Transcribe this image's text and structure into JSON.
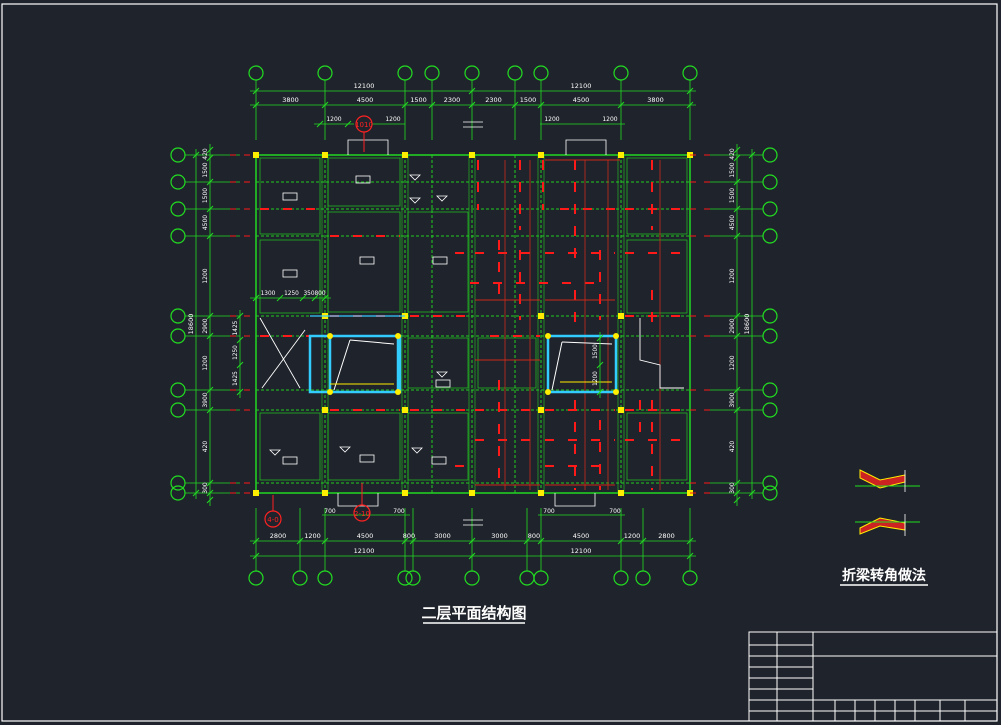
{
  "colors": {
    "background": "#1f232b",
    "frame": "#ffffff",
    "axis": "#22dd22",
    "dimension": "#ffffff",
    "wall": "#22cc22",
    "beam_red": "#ff1a1a",
    "beam_dark": "#cc2a1a",
    "column": "#ffee00",
    "stair": "#33ccff",
    "title": "#ffffff",
    "annotation_red": "#ff2222"
  },
  "drawing": {
    "title": "二层平面结构图",
    "detail_title": "折梁转角做法"
  },
  "dimensions": {
    "top_total": [
      "12100",
      "12100"
    ],
    "top_spans": [
      "3800",
      "4500",
      "1500",
      "2300",
      "2300",
      "1500",
      "4500",
      "3800"
    ],
    "top_local": [
      "1200",
      "1200",
      "1200",
      "1200"
    ],
    "bottom_total": [
      "12100",
      "12100"
    ],
    "bottom_spans": [
      "2800",
      "1200",
      "4500",
      "800",
      "3000",
      "3000",
      "800",
      "4500",
      "1200",
      "2800"
    ],
    "bottom_local": [
      "700",
      "700",
      "700",
      "700"
    ],
    "left_rows": [
      "420",
      "1500",
      "1500",
      "4500",
      "1200",
      "2900",
      "1200",
      "3900",
      "420",
      "300"
    ],
    "left_total": "18600",
    "right_rows": [
      "420",
      "1500",
      "1500",
      "4500",
      "1200",
      "2900",
      "1200",
      "3900",
      "420",
      "300"
    ],
    "right_total": "18600",
    "stair_left": [
      "1300",
      "1250",
      "350",
      "800"
    ],
    "stair_left_vertical": [
      "1425",
      "1250",
      "1425"
    ],
    "stair_right_vertical": [
      "1500",
      "1200"
    ]
  },
  "callouts": {
    "top": "1010",
    "bottom_left": "4-0",
    "bottom_mid": "2-10"
  }
}
